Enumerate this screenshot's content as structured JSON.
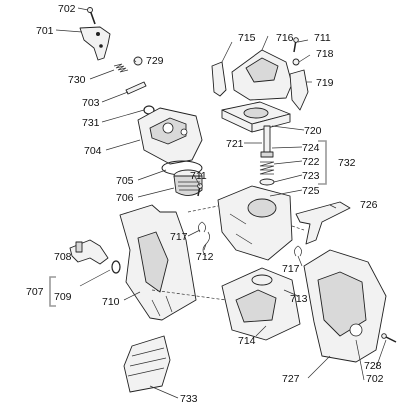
{
  "labels": {
    "l701": "701",
    "l702a": "702",
    "l702b": "702",
    "l703": "703",
    "l704": "704",
    "l705": "705",
    "l706": "706",
    "l707": "707",
    "l708": "708",
    "l709": "709",
    "l710": "710",
    "l711a": "711",
    "l711b": "711",
    "l712": "712",
    "l713": "713",
    "l714": "714",
    "l715": "715",
    "l716": "716",
    "l717a": "717",
    "l717b": "717",
    "l718": "718",
    "l719": "719",
    "l720": "720",
    "l721": "721",
    "l722": "722",
    "l723": "723",
    "l724": "724",
    "l725": "725",
    "l726": "726",
    "l727": "727",
    "l728": "728",
    "l729": "729",
    "l730": "730",
    "l731": "731",
    "l732": "732",
    "l733": "733"
  }
}
